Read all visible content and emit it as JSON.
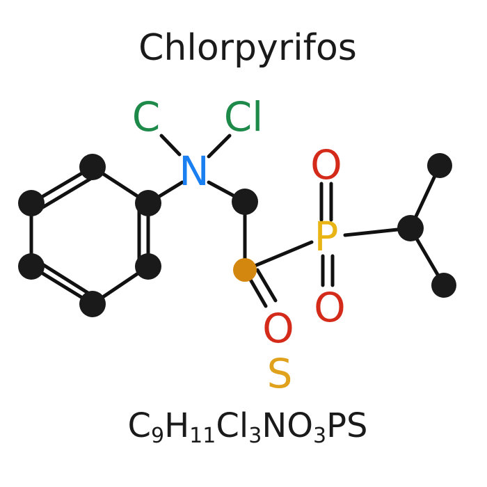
{
  "title": "Chlorpyrifos",
  "atoms": {
    "c_label": "C",
    "cl_label": "Cl",
    "n_label": "N",
    "p_label": "P",
    "o_top": "O",
    "o_right": "O",
    "o_lower": "O",
    "s_label": "S"
  },
  "formula": {
    "parts": [
      "C",
      "9",
      "H",
      "11",
      "Cl",
      "3",
      "NO",
      "3",
      "PS"
    ]
  },
  "colors": {
    "carbon": "#1a1a1a",
    "chlorine": "#1e8a4a",
    "nitrogen": "#1a7ff0",
    "oxygen": "#d42a1a",
    "phosphorus": "#e8b514",
    "sulfur": "#e0a21c",
    "linker": "#d4870f"
  }
}
